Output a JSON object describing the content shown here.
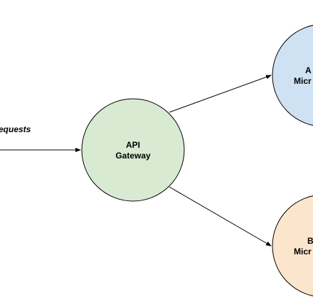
{
  "diagram": {
    "edge_label": "equests",
    "nodes": {
      "gateway": {
        "line1": "API",
        "line2": "Gateway",
        "fill": "#d9ead3",
        "stroke": "#000000"
      },
      "service_a": {
        "line1": "A",
        "line2": "Micr",
        "fill": "#cfe2f3",
        "stroke": "#000000"
      },
      "service_b": {
        "line1": "B",
        "line2": "Micr",
        "fill": "#fce5cd",
        "stroke": "#000000"
      }
    },
    "edge_color": "#000000",
    "background": "#ffffff"
  }
}
